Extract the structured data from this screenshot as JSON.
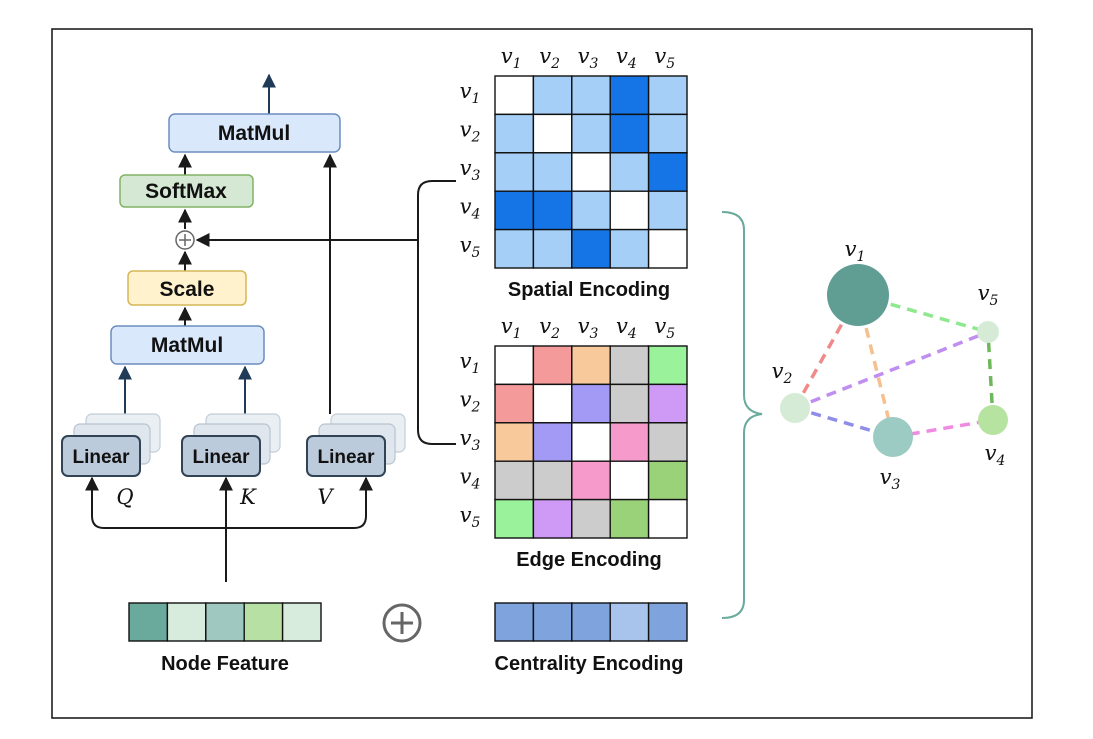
{
  "transformer": {
    "matmul_top": "MatMul",
    "softmax": "SoftMax",
    "scale": "Scale",
    "matmul_bottom": "MatMul",
    "linear_q": "Linear",
    "linear_k": "Linear",
    "linear_v": "Linear",
    "input_q": "Q",
    "input_k": "K",
    "input_v": "V",
    "add_symbol": "⊕"
  },
  "node_feature": {
    "label": "Node Feature",
    "colors": [
      "#6aaa9c",
      "#d7ecdd",
      "#9fc8c1",
      "#b7e0a5",
      "#d7ecdd"
    ]
  },
  "plus_symbol": "⊕",
  "centrality": {
    "label": "Centrality Encoding",
    "colors": [
      "#7ea3dd",
      "#7ea3dd",
      "#7ea3dd",
      "#a9c4ec",
      "#7ea3dd"
    ]
  },
  "node_labels": [
    "v",
    "v",
    "v",
    "v",
    "v"
  ],
  "node_subscripts": [
    "1",
    "2",
    "3",
    "4",
    "5"
  ],
  "spatial": {
    "label": "Spatial Encoding",
    "matrix": [
      [
        "#ffffff",
        "#a5cff7",
        "#a5cff7",
        "#1575e6",
        "#a5cff7"
      ],
      [
        "#a5cff7",
        "#ffffff",
        "#a5cff7",
        "#1575e6",
        "#a5cff7"
      ],
      [
        "#a5cff7",
        "#a5cff7",
        "#ffffff",
        "#a5cff7",
        "#1575e6"
      ],
      [
        "#1575e6",
        "#1575e6",
        "#a5cff7",
        "#ffffff",
        "#a5cff7"
      ],
      [
        "#a5cff7",
        "#a5cff7",
        "#1575e6",
        "#a5cff7",
        "#ffffff"
      ]
    ]
  },
  "edge": {
    "label": "Edge Encoding",
    "matrix": [
      [
        "#ffffff",
        "#f59a9a",
        "#f8c99a",
        "#cccccc",
        "#9af39a"
      ],
      [
        "#f59a9a",
        "#ffffff",
        "#a39af5",
        "#cccccc",
        "#cf9af5"
      ],
      [
        "#f8c99a",
        "#a39af5",
        "#ffffff",
        "#f59acb",
        "#cccccc"
      ],
      [
        "#cccccc",
        "#cccccc",
        "#f59acb",
        "#ffffff",
        "#9ad27a"
      ],
      [
        "#9af39a",
        "#cf9af5",
        "#cccccc",
        "#9ad27a",
        "#ffffff"
      ]
    ]
  },
  "graph": {
    "node_colors": [
      "#609e94",
      "#d6ebd6",
      "#9ccbc3",
      "#b6e4a0",
      "#d6ebd6"
    ],
    "edge_colors": {
      "v1_v2": "#f08a8a",
      "v1_v3": "#f5c08e",
      "v1_v5": "#8ee88e",
      "v2_v3": "#8e8ee8",
      "v2_v5": "#c08ef0",
      "v3_v4": "#f08ae0",
      "v4_v5": "#6fb85a"
    }
  }
}
